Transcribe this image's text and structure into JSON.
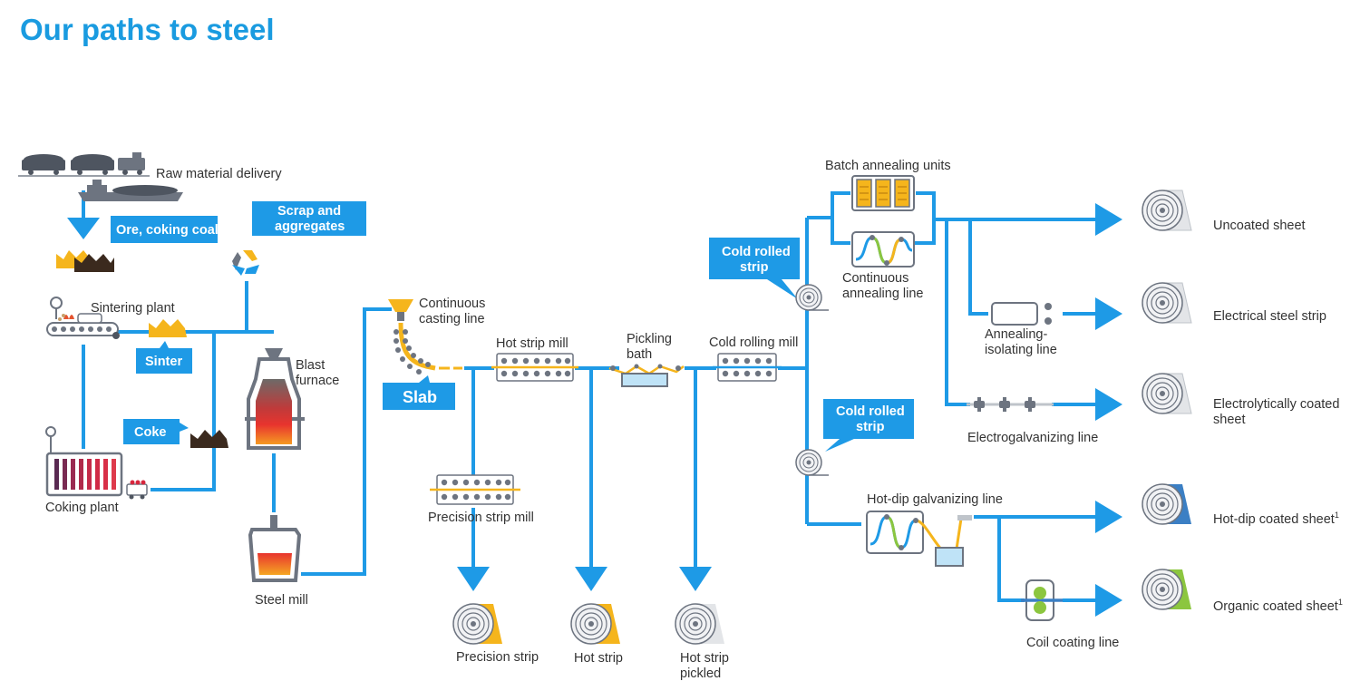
{
  "title": "Our paths to steel",
  "labels": {
    "raw_material_delivery": "Raw material delivery",
    "sintering_plant": "Sintering plant",
    "coking_plant": "Coking plant",
    "blast_furnace_1": "Blast",
    "blast_furnace_2": "furnace",
    "steel_mill": "Steel mill",
    "continuous_casting_1": "Continuous",
    "continuous_casting_2": "casting line",
    "hot_strip_mill": "Hot strip mill",
    "precision_strip_mill": "Precision strip mill",
    "pickling_bath_1": "Pickling",
    "pickling_bath_2": "bath",
    "cold_rolling_mill": "Cold rolling mill",
    "batch_annealing_units": "Batch annealing units",
    "continuous_annealing_1": "Continuous",
    "continuous_annealing_2": "annealing line",
    "annealing_isolating_1": "Annealing-",
    "annealing_isolating_2": "isolating line",
    "electrogalvanizing_line": "Electrogalvanizing line",
    "hot_dip_galvanizing_line": "Hot-dip galvanizing line",
    "coil_coating_line": "Coil coating line"
  },
  "callouts": {
    "ore_coking_coal": "Ore, coking coal",
    "scrap_1": "Scrap and",
    "scrap_2": "aggregates",
    "sinter": "Sinter",
    "coke": "Coke",
    "slab": "Slab",
    "cold_rolled_a_1": "Cold rolled",
    "cold_rolled_a_2": "strip",
    "cold_rolled_b_1": "Cold rolled",
    "cold_rolled_b_2": "strip"
  },
  "products": {
    "precision_strip": "Precision strip",
    "hot_strip": "Hot strip",
    "hot_strip_pickled_1": "Hot strip",
    "hot_strip_pickled_2": "pickled",
    "uncoated_sheet": "Uncoated sheet",
    "electrical_steel_strip": "Electrical steel strip",
    "electrolytically_coated_1": "Electrolytically coated",
    "electrolytically_coated_2": "sheet",
    "hot_dip_coated": "Hot-dip coated sheet",
    "organic_coated": "Organic coated sheet",
    "footnote_mark": "1"
  },
  "colors": {
    "brand_blue": "#1e9ae6",
    "title_blue": "#1a9be0",
    "machine_grey": "#6d7480",
    "accent_yellow": "#f5b51c",
    "coke_brown": "#3b2a1e",
    "coil_green": "#8cc63f",
    "coating_blue": "#3b7fc4",
    "furnace_red": "#d7263d"
  }
}
